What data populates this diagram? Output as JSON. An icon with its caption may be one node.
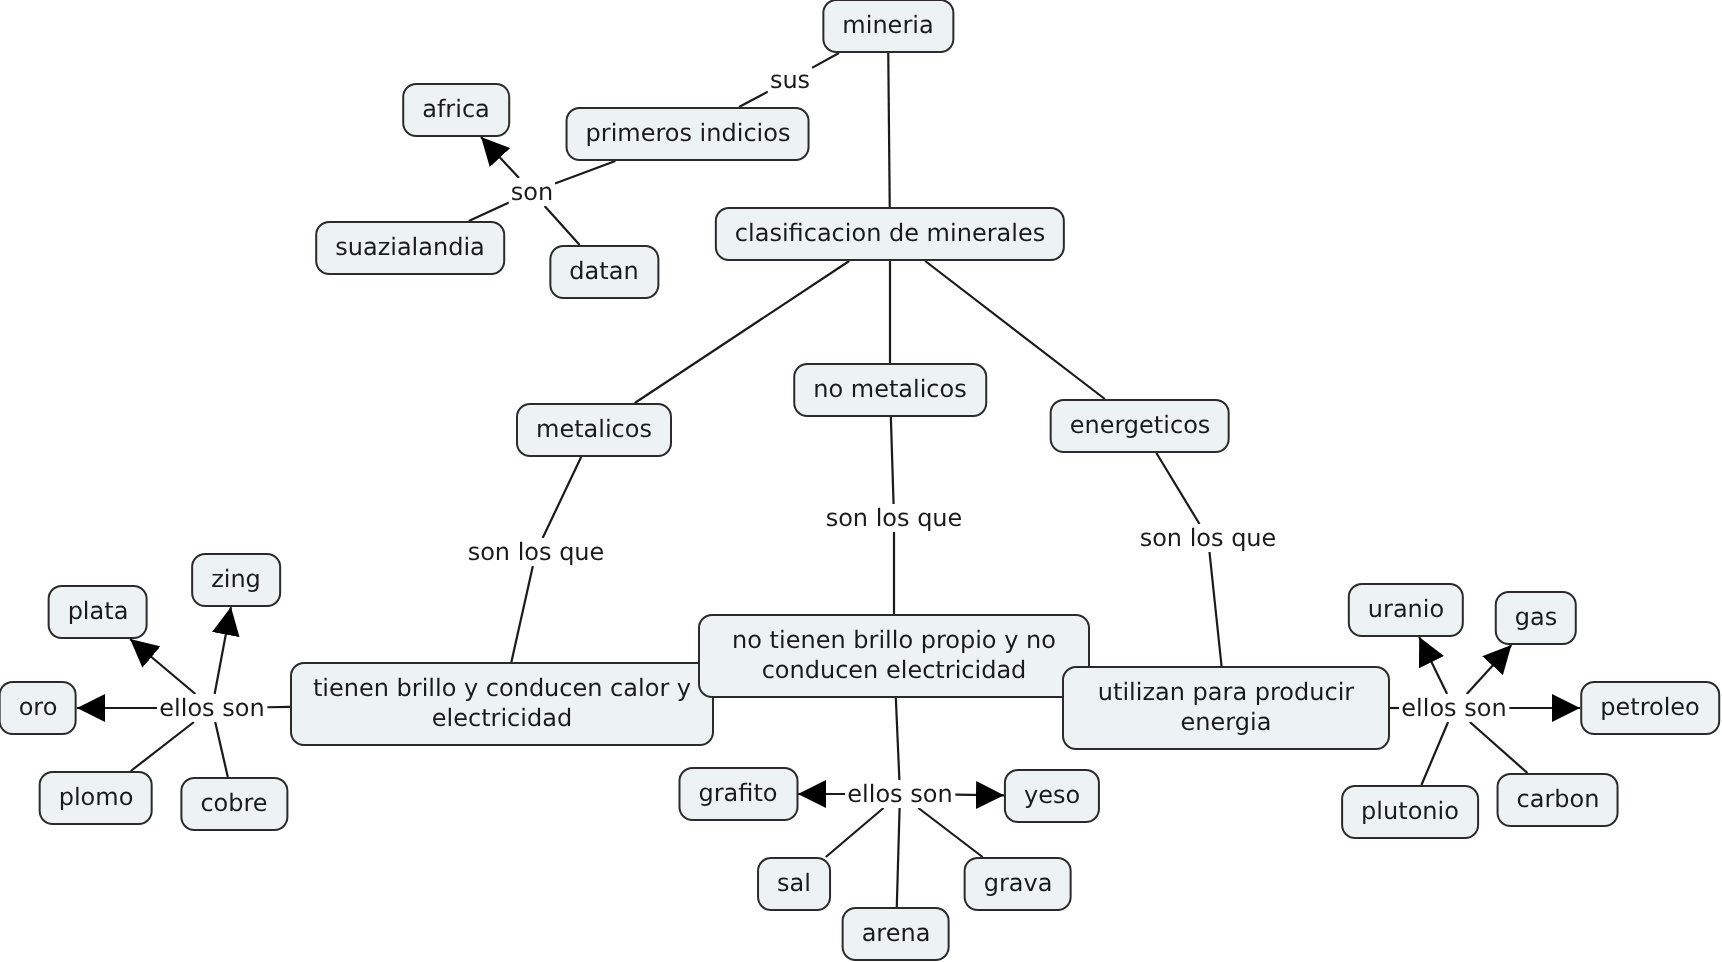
{
  "diagram": {
    "nodes": [
      {
        "text": [
          "mineria"
        ]
      },
      {
        "text": [
          "sus"
        ]
      },
      {
        "text": [
          "primeros indicios"
        ]
      },
      {
        "text": [
          "son"
        ]
      },
      {
        "text": [
          "africa"
        ]
      },
      {
        "text": [
          "suazialandia"
        ]
      },
      {
        "text": [
          "datan"
        ]
      },
      {
        "text": [
          "clasificacion de minerales"
        ]
      },
      {
        "text": [
          "metalicos"
        ]
      },
      {
        "text": [
          "no metalicos"
        ]
      },
      {
        "text": [
          "energeticos"
        ]
      },
      {
        "text": [
          "son los que"
        ]
      },
      {
        "text": [
          "son los que"
        ]
      },
      {
        "text": [
          "son los que"
        ]
      },
      {
        "text": [
          "tienen brillo y conducen calor y electricidad"
        ]
      },
      {
        "text": [
          "no tienen brillo propio y no conducen electricidad"
        ]
      },
      {
        "text": [
          "utilizan para producir energia"
        ]
      },
      {
        "text": [
          "ellos son"
        ]
      },
      {
        "text": [
          "zing"
        ]
      },
      {
        "text": [
          "plata"
        ]
      },
      {
        "text": [
          "oro"
        ]
      },
      {
        "text": [
          "plomo"
        ]
      },
      {
        "text": [
          "cobre"
        ]
      },
      {
        "text": [
          "ellos son"
        ]
      },
      {
        "text": [
          "grafito"
        ]
      },
      {
        "text": [
          "yeso"
        ]
      },
      {
        "text": [
          "sal"
        ]
      },
      {
        "text": [
          "arena"
        ]
      },
      {
        "text": [
          "grava"
        ]
      },
      {
        "text": [
          "ellos son"
        ]
      },
      {
        "text": [
          "uranio"
        ]
      },
      {
        "text": [
          "gas"
        ]
      },
      {
        "text": [
          "petroleo"
        ]
      },
      {
        "text": [
          "plutonio"
        ]
      },
      {
        "text": [
          "carbon"
        ]
      }
    ],
    "edges": [
      {
        "from": 0,
        "to": 1,
        "arrow": "none"
      },
      {
        "from": 1,
        "to": 2,
        "arrow": "none"
      },
      {
        "from": 2,
        "to": 3,
        "arrow": "none"
      },
      {
        "from": 3,
        "to": 4,
        "arrow": "to"
      },
      {
        "from": 3,
        "to": 5,
        "arrow": "none"
      },
      {
        "from": 3,
        "to": 6,
        "arrow": "none"
      },
      {
        "from": 0,
        "to": 7,
        "arrow": "none"
      },
      {
        "from": 7,
        "to": 8,
        "arrow": "none"
      },
      {
        "from": 7,
        "to": 9,
        "arrow": "none"
      },
      {
        "from": 7,
        "to": 10,
        "arrow": "none"
      },
      {
        "from": 8,
        "to": 11,
        "arrow": "none"
      },
      {
        "from": 11,
        "to": 14,
        "arrow": "none"
      },
      {
        "from": 9,
        "to": 12,
        "arrow": "none"
      },
      {
        "from": 12,
        "to": 15,
        "arrow": "none"
      },
      {
        "from": 10,
        "to": 13,
        "arrow": "none"
      },
      {
        "from": 13,
        "to": 16,
        "arrow": "none"
      },
      {
        "from": 14,
        "to": 17,
        "arrow": "none"
      },
      {
        "from": 17,
        "to": 18,
        "arrow": "to"
      },
      {
        "from": 17,
        "to": 19,
        "arrow": "to"
      },
      {
        "from": 17,
        "to": 20,
        "arrow": "to"
      },
      {
        "from": 17,
        "to": 21,
        "arrow": "none"
      },
      {
        "from": 17,
        "to": 22,
        "arrow": "none"
      },
      {
        "from": 15,
        "to": 23,
        "arrow": "none"
      },
      {
        "from": 23,
        "to": 24,
        "arrow": "to"
      },
      {
        "from": 23,
        "to": 25,
        "arrow": "to"
      },
      {
        "from": 23,
        "to": 26,
        "arrow": "none"
      },
      {
        "from": 23,
        "to": 27,
        "arrow": "none"
      },
      {
        "from": 23,
        "to": 28,
        "arrow": "none"
      },
      {
        "from": 16,
        "to": 29,
        "arrow": "none"
      },
      {
        "from": 29,
        "to": 30,
        "arrow": "to"
      },
      {
        "from": 29,
        "to": 31,
        "arrow": "to"
      },
      {
        "from": 29,
        "to": 32,
        "arrow": "to"
      },
      {
        "from": 29,
        "to": 33,
        "arrow": "none"
      },
      {
        "from": 29,
        "to": 34,
        "arrow": "none"
      }
    ]
  }
}
